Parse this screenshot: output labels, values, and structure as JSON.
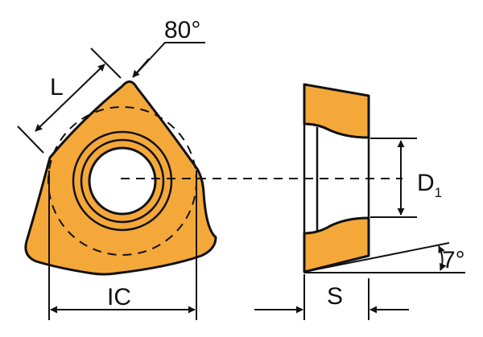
{
  "colors": {
    "insert_fill": "#f5a83a",
    "outline": "#111111",
    "background": "#ffffff"
  },
  "labels": {
    "angle_tip": "80°",
    "edge_length": "L",
    "inscribed_circle": "IC",
    "thickness": "S",
    "hole_diameter_main": "D",
    "hole_diameter_sub": "1",
    "clearance_angle": "7°"
  }
}
